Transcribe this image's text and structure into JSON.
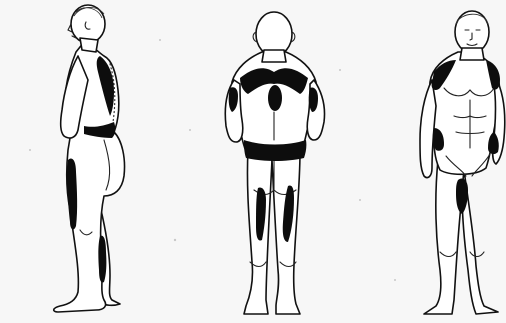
{
  "illustration": {
    "figures": [
      {
        "view": "side"
      },
      {
        "view": "back"
      },
      {
        "view": "front"
      }
    ],
    "colors": {
      "background": "#f7f7f7",
      "outline": "#111111",
      "highlighted_zone": "#0d0d0d"
    }
  }
}
